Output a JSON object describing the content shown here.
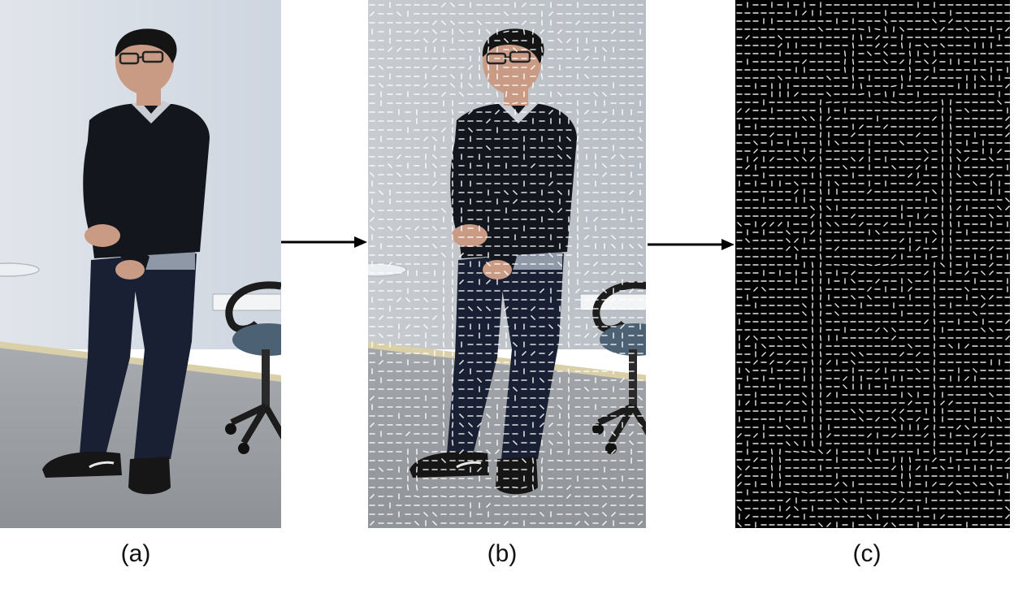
{
  "figure": {
    "panels": [
      {
        "id": "a",
        "caption": "(a)",
        "content": "photo-of-standing-person"
      },
      {
        "id": "b",
        "caption": "(b)",
        "content": "photo-with-gradient-field-overlay"
      },
      {
        "id": "c",
        "caption": "(c)",
        "content": "gradient-orientation-field"
      }
    ],
    "arrows": [
      {
        "from": "a",
        "to": "b"
      },
      {
        "from": "b",
        "to": "c"
      }
    ]
  },
  "colors": {
    "wall": "#dde3ea",
    "floor": "#9a9ea3",
    "sweater": "#14161e",
    "jeans": "#1a2033",
    "skin": "#c99b84",
    "hair": "#141414",
    "chair_seat": "#4c6174",
    "chair_frame": "#1c1c1c",
    "arrow": "#000000",
    "hog_bg": "#000000",
    "hog_mark": "#ffffff"
  }
}
